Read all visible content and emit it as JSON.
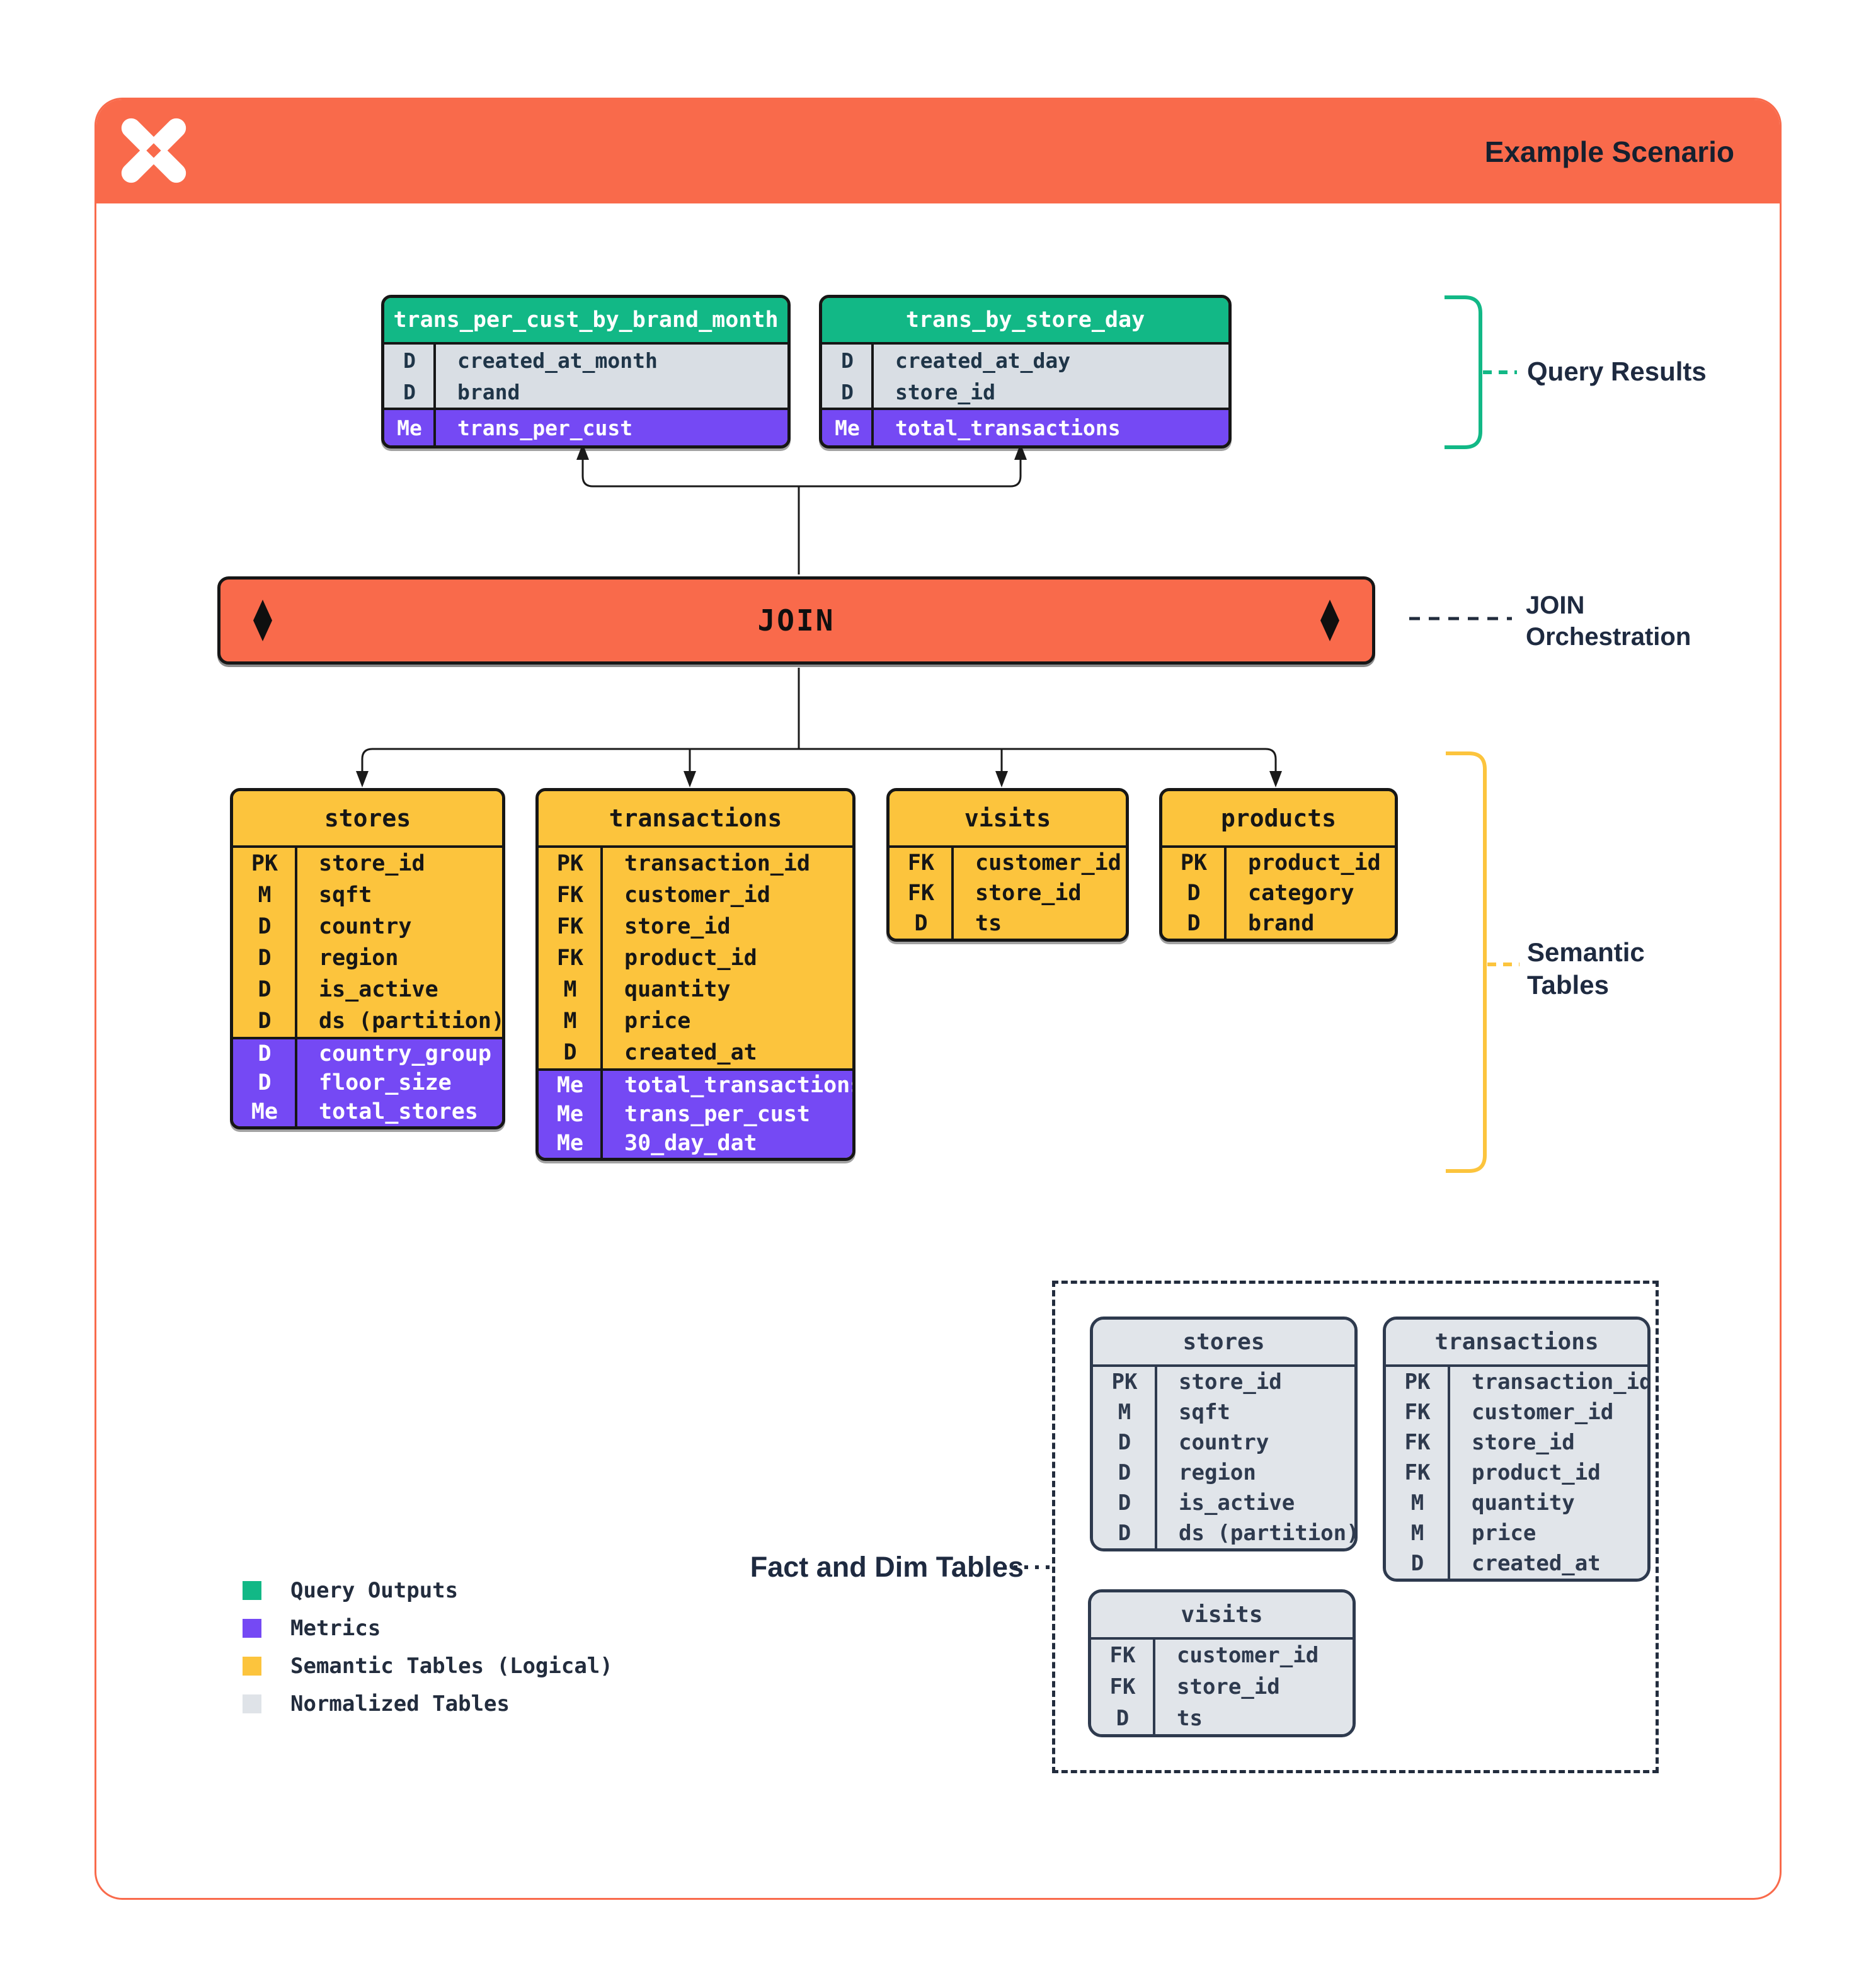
{
  "header": {
    "title": "Example Scenario",
    "logo": "pinwheel-x-logo"
  },
  "join": {
    "label": "JOIN"
  },
  "annotations": {
    "query_results": "Query Results",
    "join_orchestration": {
      "line1": "JOIN",
      "line2": "Orchestration"
    },
    "semantic_tables": {
      "line1": "Semantic",
      "line2": "Tables"
    },
    "fact_dim": "Fact and Dim Tables"
  },
  "colors": {
    "orange": "#F96A4B",
    "green": "#12B886",
    "purple": "#7549F4",
    "yellow": "#FCC43D",
    "gray": "#DFE3E8",
    "ink": "#161616",
    "navy": "#222C3D"
  },
  "query_results": [
    {
      "name": "trans_per_cust_by_brand_month",
      "sections": [
        {
          "style": "gray",
          "rows": [
            {
              "key": "D",
              "field": "created_at_month"
            },
            {
              "key": "D",
              "field": "brand"
            }
          ]
        },
        {
          "style": "purple",
          "rows": [
            {
              "key": "Me",
              "field": "trans_per_cust"
            }
          ]
        }
      ]
    },
    {
      "name": "trans_by_store_day",
      "sections": [
        {
          "style": "gray",
          "rows": [
            {
              "key": "D",
              "field": "created_at_day"
            },
            {
              "key": "D",
              "field": "store_id"
            }
          ]
        },
        {
          "style": "purple",
          "rows": [
            {
              "key": "Me",
              "field": "total_transactions"
            }
          ]
        }
      ]
    }
  ],
  "semantic_tables": [
    {
      "name": "stores",
      "sections": [
        {
          "style": "yellow",
          "rows": [
            {
              "key": "PK",
              "field": "store_id"
            },
            {
              "key": "M",
              "field": "sqft"
            },
            {
              "key": "D",
              "field": "country"
            },
            {
              "key": "D",
              "field": "region"
            },
            {
              "key": "D",
              "field": "is_active"
            },
            {
              "key": "D",
              "field": "ds (partition)"
            }
          ]
        },
        {
          "style": "purple",
          "rows": [
            {
              "key": "D",
              "field": "country_group"
            },
            {
              "key": "D",
              "field": "floor_size"
            },
            {
              "key": "Me",
              "field": "total_stores"
            }
          ]
        }
      ]
    },
    {
      "name": "transactions",
      "sections": [
        {
          "style": "yellow",
          "rows": [
            {
              "key": "PK",
              "field": "transaction_id"
            },
            {
              "key": "FK",
              "field": "customer_id"
            },
            {
              "key": "FK",
              "field": "store_id"
            },
            {
              "key": "FK",
              "field": "product_id"
            },
            {
              "key": "M",
              "field": "quantity"
            },
            {
              "key": "M",
              "field": "price"
            },
            {
              "key": "D",
              "field": "created_at"
            }
          ]
        },
        {
          "style": "purple",
          "rows": [
            {
              "key": "Me",
              "field": "total_transactions"
            },
            {
              "key": "Me",
              "field": "trans_per_cust"
            },
            {
              "key": "Me",
              "field": "30_day_dat"
            }
          ]
        }
      ]
    },
    {
      "name": "visits",
      "sections": [
        {
          "style": "yellow",
          "rows": [
            {
              "key": "FK",
              "field": "customer_id"
            },
            {
              "key": "FK",
              "field": "store_id"
            },
            {
              "key": "D",
              "field": "ts"
            }
          ]
        }
      ]
    },
    {
      "name": "products",
      "sections": [
        {
          "style": "yellow",
          "rows": [
            {
              "key": "PK",
              "field": "product_id"
            },
            {
              "key": "D",
              "field": "category"
            },
            {
              "key": "D",
              "field": "brand"
            }
          ]
        }
      ]
    }
  ],
  "normalized_tables": [
    {
      "name": "stores",
      "sections": [
        {
          "style": "gray",
          "rows": [
            {
              "key": "PK",
              "field": "store_id"
            },
            {
              "key": "M",
              "field": "sqft"
            },
            {
              "key": "D",
              "field": "country"
            },
            {
              "key": "D",
              "field": "region"
            },
            {
              "key": "D",
              "field": "is_active"
            },
            {
              "key": "D",
              "field": "ds (partition)"
            }
          ]
        }
      ]
    },
    {
      "name": "transactions",
      "sections": [
        {
          "style": "gray",
          "rows": [
            {
              "key": "PK",
              "field": "transaction_id"
            },
            {
              "key": "FK",
              "field": "customer_id"
            },
            {
              "key": "FK",
              "field": "store_id"
            },
            {
              "key": "FK",
              "field": "product_id"
            },
            {
              "key": "M",
              "field": "quantity"
            },
            {
              "key": "M",
              "field": "price"
            },
            {
              "key": "D",
              "field": "created_at"
            }
          ]
        }
      ]
    },
    {
      "name": "visits",
      "sections": [
        {
          "style": "gray",
          "rows": [
            {
              "key": "FK",
              "field": "customer_id"
            },
            {
              "key": "FK",
              "field": "store_id"
            },
            {
              "key": "D",
              "field": "ts"
            }
          ]
        }
      ]
    }
  ],
  "legend": {
    "items": [
      {
        "label": "Query Outputs",
        "color": "#12B886"
      },
      {
        "label": "Metrics",
        "color": "#7549F4"
      },
      {
        "label": "Semantic Tables (Logical)",
        "color": "#FCC43D"
      },
      {
        "label": "Normalized Tables",
        "color": "#DFE3E8"
      }
    ]
  }
}
